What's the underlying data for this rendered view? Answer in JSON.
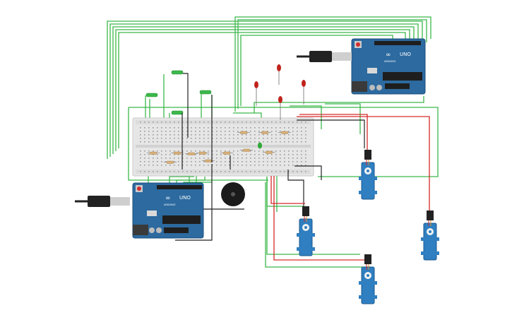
{
  "boards": [
    {
      "id": "arduino-top",
      "logo": "UNO",
      "brand": "ARDUINO",
      "mark": "∞"
    },
    {
      "id": "arduino-bottom",
      "logo": "UNO",
      "brand": "ARDUINO",
      "mark": "∞"
    }
  ],
  "colors": {
    "board": "#2c6aa0",
    "board_dark": "#1d4f7c",
    "wire_green": "#3cb84a",
    "wire_black": "#222222",
    "wire_red": "#d62a2a",
    "breadboard": "#e6e6e6",
    "servo": "#2f7fc1",
    "led_red": "#c0231b",
    "led_green": "#2fa838",
    "buzzer": "#1b1b1b"
  },
  "components": {
    "servos": 4,
    "leds_red": 4,
    "leds_green": 1,
    "buzzers": 1,
    "usb_cables": 2,
    "resistors": 12
  }
}
